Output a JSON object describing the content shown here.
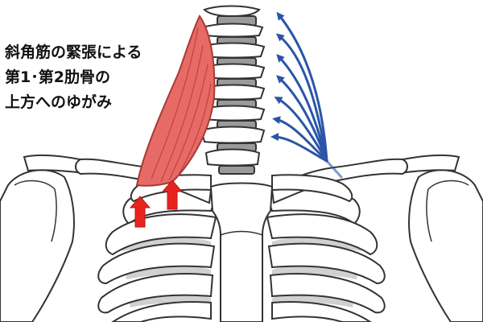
{
  "caption": {
    "line1": "斜角筋の緊張による",
    "line2": "第1･第2肋骨の",
    "line3": "上方へのゆがみ"
  },
  "colors": {
    "muscle": "#e86a66",
    "muscle_stroke": "#a83a36",
    "arrow_red": "#e8231e",
    "arrow_blue": "#2a55a8",
    "bone_fill": "#ffffff",
    "bone_stroke": "#333333",
    "shadow": "#c9c9c9"
  },
  "icons": {
    "up_arrow": "red-up-arrow-icon",
    "vector_arrow": "blue-force-arrow-icon"
  }
}
